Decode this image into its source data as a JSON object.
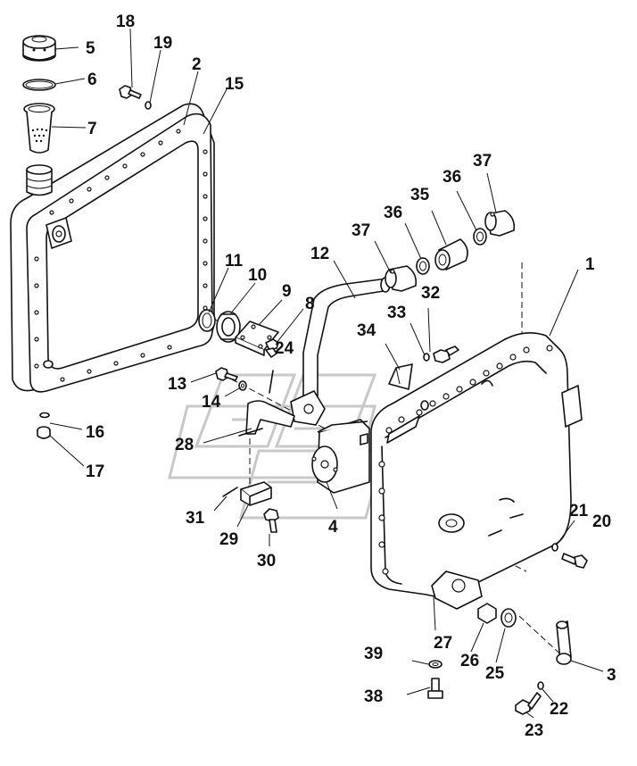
{
  "diagram": {
    "callouts": [
      {
        "id": "c1",
        "text": "1"
      },
      {
        "id": "c2",
        "text": "2"
      },
      {
        "id": "c3",
        "text": "3"
      },
      {
        "id": "c4",
        "text": "4"
      },
      {
        "id": "c5",
        "text": "5"
      },
      {
        "id": "c6",
        "text": "6"
      },
      {
        "id": "c7",
        "text": "7"
      },
      {
        "id": "c8",
        "text": "8"
      },
      {
        "id": "c9",
        "text": "9"
      },
      {
        "id": "c10",
        "text": "10"
      },
      {
        "id": "c11",
        "text": "11"
      },
      {
        "id": "c12",
        "text": "12"
      },
      {
        "id": "c13",
        "text": "13"
      },
      {
        "id": "c14",
        "text": "14"
      },
      {
        "id": "c15",
        "text": "15"
      },
      {
        "id": "c16",
        "text": "16"
      },
      {
        "id": "c17",
        "text": "17"
      },
      {
        "id": "c18",
        "text": "18"
      },
      {
        "id": "c19",
        "text": "19"
      },
      {
        "id": "c20",
        "text": "20"
      },
      {
        "id": "c21",
        "text": "21"
      },
      {
        "id": "c22",
        "text": "22"
      },
      {
        "id": "c23",
        "text": "23"
      },
      {
        "id": "c24",
        "text": "24"
      },
      {
        "id": "c25",
        "text": "25"
      },
      {
        "id": "c26",
        "text": "26"
      },
      {
        "id": "c27",
        "text": "27"
      },
      {
        "id": "c28",
        "text": "28"
      },
      {
        "id": "c29",
        "text": "29"
      },
      {
        "id": "c30",
        "text": "30"
      },
      {
        "id": "c31",
        "text": "31"
      },
      {
        "id": "c32",
        "text": "32"
      },
      {
        "id": "c33",
        "text": "33"
      },
      {
        "id": "c34",
        "text": "34"
      },
      {
        "id": "c35",
        "text": "35"
      },
      {
        "id": "c36a",
        "text": "36"
      },
      {
        "id": "c36b",
        "text": "36"
      },
      {
        "id": "c37a",
        "text": "37"
      },
      {
        "id": "c37b",
        "text": "37"
      },
      {
        "id": "c38",
        "text": "38"
      },
      {
        "id": "c39",
        "text": "39"
      }
    ],
    "colors": {
      "line": "#111111",
      "background": "#ffffff",
      "watermark": "#c8c8c8"
    }
  }
}
